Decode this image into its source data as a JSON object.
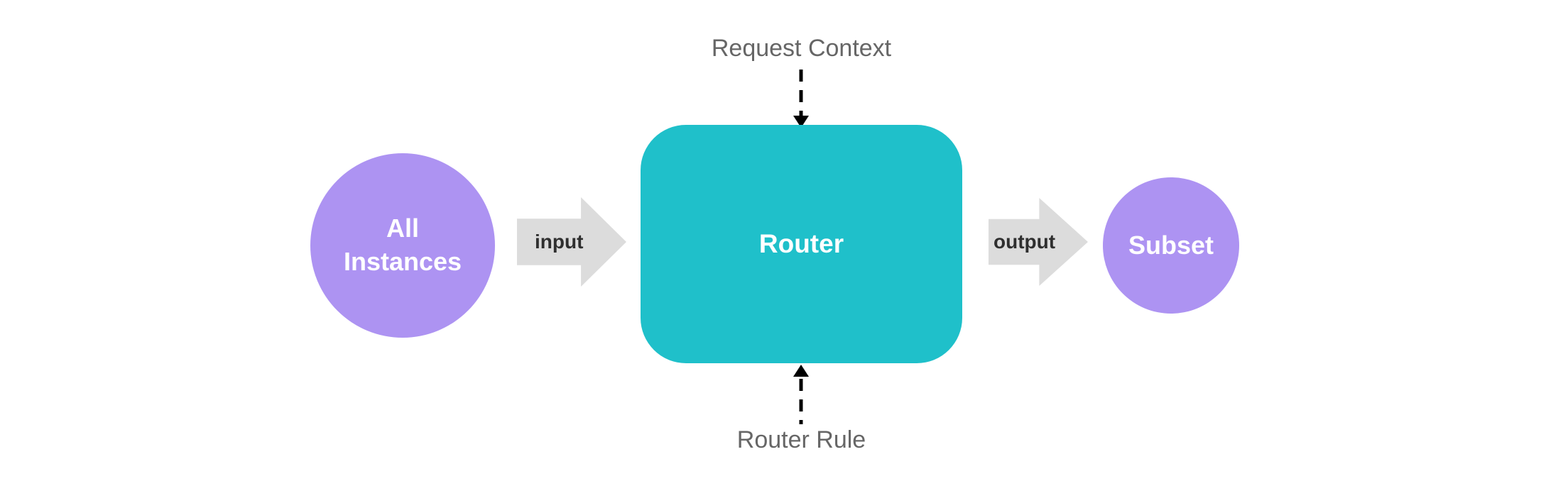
{
  "diagram": {
    "nodes": {
      "all_instances": {
        "label": "All Instances"
      },
      "router": {
        "label": "Router"
      },
      "subset": {
        "label": "Subset"
      }
    },
    "flows": {
      "input": {
        "label": "input"
      },
      "output": {
        "label": "output"
      }
    },
    "annotations": {
      "request_context": {
        "label": "Request Context",
        "arrow_direction": "down"
      },
      "router_rule": {
        "label": "Router Rule",
        "arrow_direction": "up"
      }
    },
    "colors": {
      "background": "#ffffff",
      "node_purple": "#ad93f2",
      "router_teal": "#1fc0ca",
      "arrow_gray": "#dcdcdc",
      "node_text": "#ffffff",
      "flow_label_text": "#2f2f2f",
      "annotation_text": "#666666",
      "connector_black": "#000000"
    }
  }
}
